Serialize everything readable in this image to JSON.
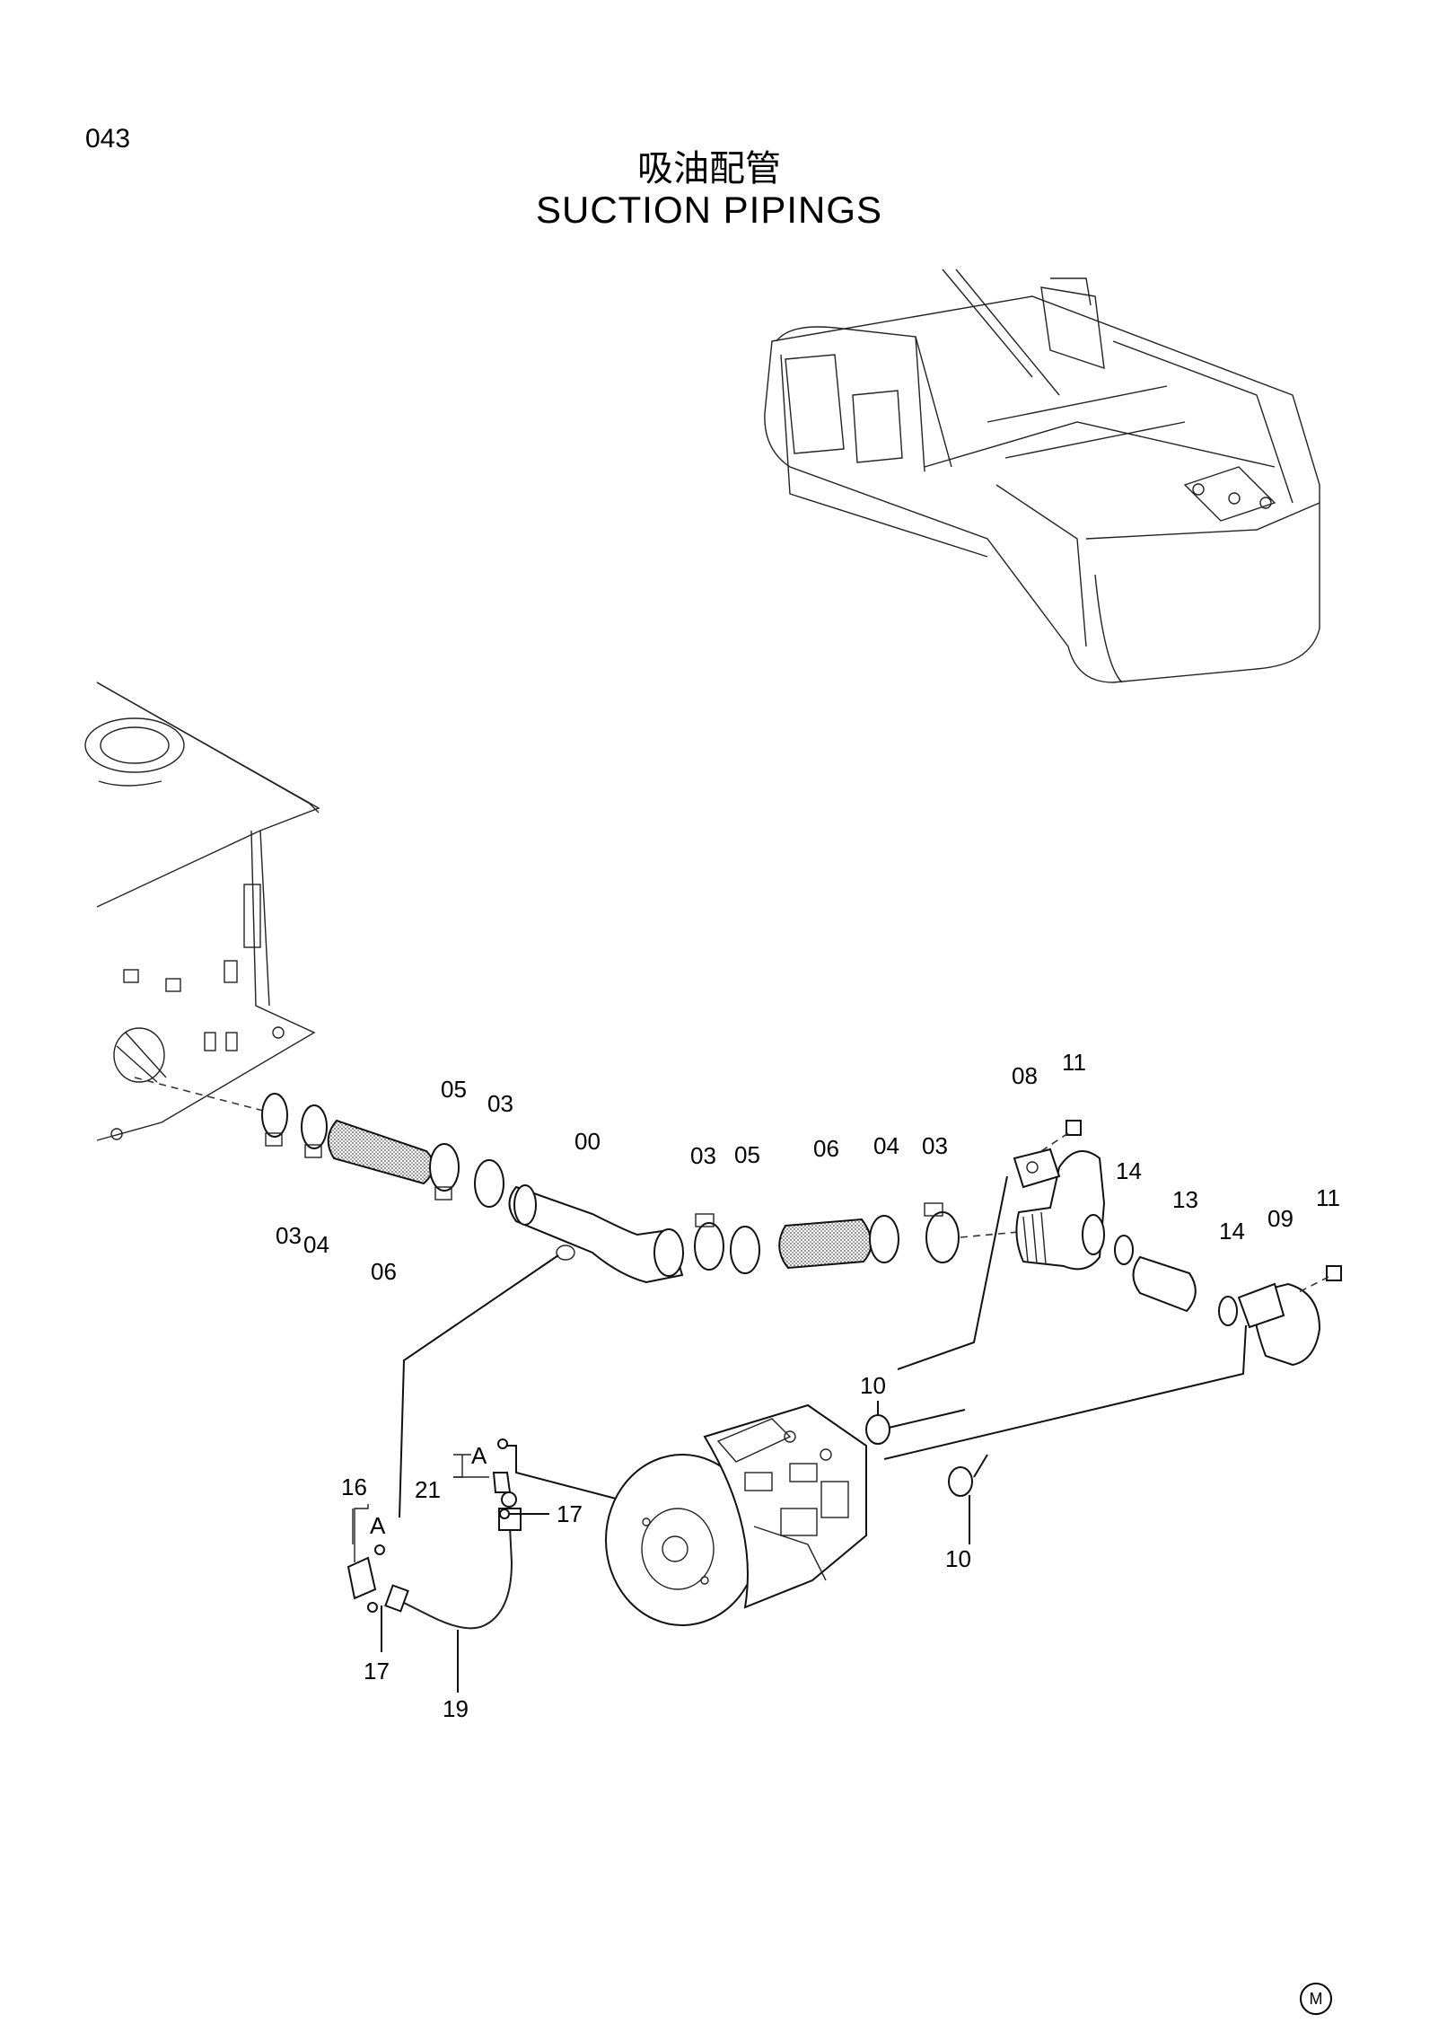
{
  "header": {
    "page_number": "043",
    "title_cn": "吸油配管",
    "title_en": "SUCTION PIPINGS"
  },
  "labels": {
    "l00": "00",
    "l03a": "03",
    "l03b": "03",
    "l03c": "03",
    "l03d": "03",
    "l04a": "04",
    "l04b": "04",
    "l05a": "05",
    "l05b": "05",
    "l06a": "06",
    "l06b": "06",
    "l08": "08",
    "l09": "09",
    "l10a": "10",
    "l10b": "10",
    "l11a": "11",
    "l11b": "11",
    "l13": "13",
    "l14a": "14",
    "l14b": "14",
    "l16": "16",
    "l17a": "17",
    "l17b": "17",
    "l19": "19",
    "l21": "21",
    "refA1": "A",
    "refA2": "A"
  },
  "footer": {
    "mark": "M"
  }
}
